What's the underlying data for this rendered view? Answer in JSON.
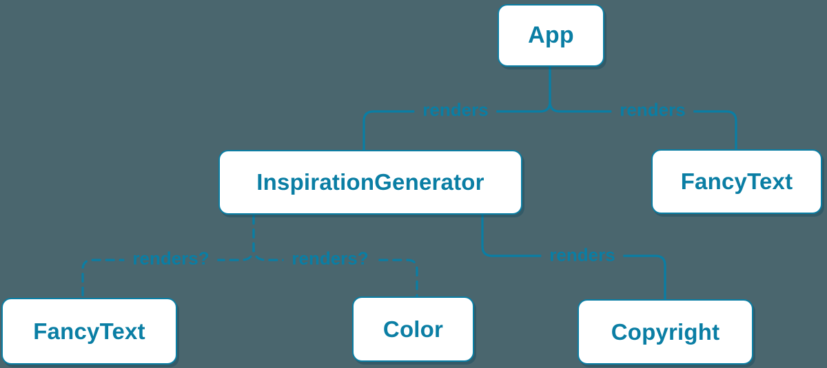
{
  "theme": {
    "background": "#4a666e",
    "accent": "#0a7ea4",
    "node_fill": "#ffffff"
  },
  "diagram": {
    "type": "render-tree",
    "nodes": {
      "app": {
        "label": "App"
      },
      "inspiration_generator": {
        "label": "InspirationGenerator"
      },
      "fancy_text_top": {
        "label": "FancyText"
      },
      "fancy_text_bottom": {
        "label": "FancyText"
      },
      "color": {
        "label": "Color"
      },
      "copyright": {
        "label": "Copyright"
      }
    },
    "edges": {
      "app_to_inspiration_generator": {
        "label": "renders",
        "style": "solid"
      },
      "app_to_fancy_text": {
        "label": "renders",
        "style": "solid"
      },
      "inspiration_generator_to_fancy_text": {
        "label": "renders?",
        "style": "dashed"
      },
      "inspiration_generator_to_color": {
        "label": "renders?",
        "style": "dashed"
      },
      "inspiration_generator_to_copyright": {
        "label": "renders",
        "style": "solid"
      }
    }
  }
}
